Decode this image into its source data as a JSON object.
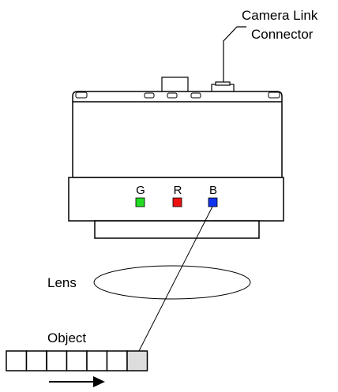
{
  "labels": {
    "connector_line1": "Camera Link",
    "connector_line2": "Connector",
    "lens": "Lens",
    "object": "Object"
  },
  "channels": [
    {
      "letter": "G",
      "color": "#22dd22"
    },
    {
      "letter": "R",
      "color": "#ee1111"
    },
    {
      "letter": "B",
      "color": "#1133ee"
    }
  ],
  "object_cells": 7,
  "highlighted_cell_color": "#dddddd",
  "line_color": "#000000",
  "icons": {
    "motion_arrow": "arrow-right-icon"
  }
}
